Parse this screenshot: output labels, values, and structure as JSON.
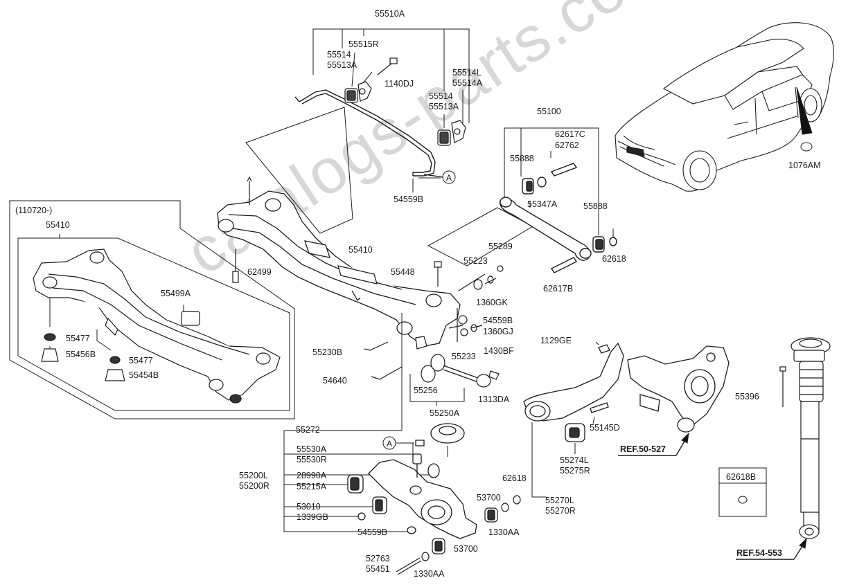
{
  "watermark": "catalogs-parts.com",
  "group_note": "(110720-)",
  "callout_letter": "A",
  "inset_box_label": "62618B",
  "labels": {
    "p55510A": "55510A",
    "p55515R": "55515R",
    "p55514_a": "55514",
    "p55513A_a": "55513A",
    "p1140DJ": "1140DJ",
    "p55514L": "55514L",
    "p55514A": "55514A",
    "p55514_b": "55514",
    "p55513A_b": "55513A",
    "p54559B_a": "54559B",
    "p55100": "55100",
    "p62617C": "62617C",
    "p62762": "62762",
    "p55888_a": "55888",
    "p55347A": "55347A",
    "p55888_b": "55888",
    "p62618_a": "62618",
    "p62617B": "62617B",
    "p1076AM": "1076AM",
    "p55410_a": "55410",
    "p55410_b": "55410",
    "p55499A": "55499A",
    "p55477_a": "55477",
    "p55456B": "55456B",
    "p55477_b": "55477",
    "p55454B": "55454B",
    "p62499": "62499",
    "p55448": "55448",
    "p55223": "55223",
    "p55289": "55289",
    "p1360GK": "1360GK",
    "p54559B_b": "54559B",
    "p1360GJ": "1360GJ",
    "p55230B": "55230B",
    "p55233": "55233",
    "p1430BF": "1430BF",
    "p54640": "54640",
    "p55256": "55256",
    "p1313DA": "1313DA",
    "p55250A": "55250A",
    "p1129GE": "1129GE",
    "p55396": "55396",
    "p55145D": "55145D",
    "p55274L": "55274L",
    "p55275R": "55275R",
    "pREF50": "REF.50-527",
    "p55272": "55272",
    "p55530A": "55530A",
    "p55530R": "55530R",
    "p55200L": "55200L",
    "p55200R": "55200R",
    "p28990A": "28990A",
    "p55215A": "55215A",
    "p53010": "53010",
    "p1339GB": "1339GB",
    "p54559B_c": "54559B",
    "p62618_b": "62618",
    "p53700_a": "53700",
    "p1330AA_a": "1330AA",
    "p55270L": "55270L",
    "p55270R": "55270R",
    "p53700_b": "53700",
    "p52763": "52763",
    "p55451": "55451",
    "p1330AA_b": "1330AA",
    "pREF54": "REF.54-553"
  }
}
